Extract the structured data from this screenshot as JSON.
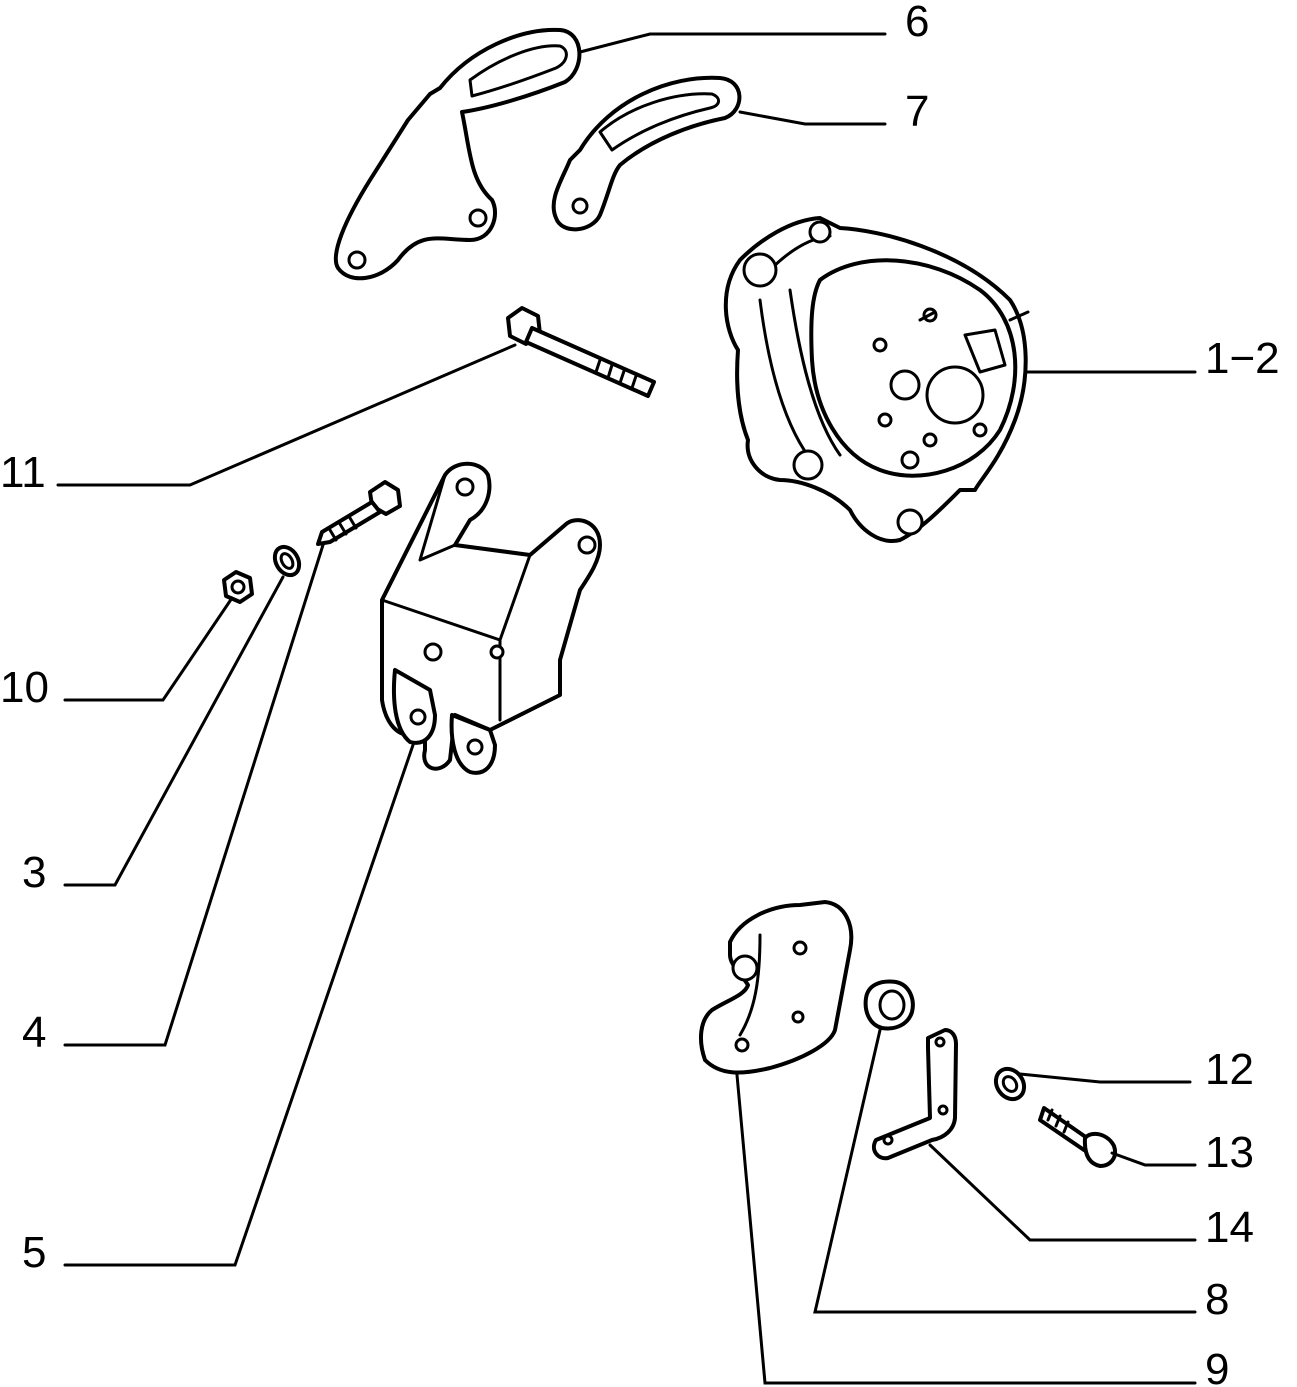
{
  "callouts": {
    "c1": "1−2",
    "c3": "3",
    "c4": "4",
    "c5": "5",
    "c6": "6",
    "c7": "7",
    "c8": "8",
    "c9": "9",
    "c10": "10",
    "c11": "11",
    "c12": "12",
    "c13": "13",
    "c14": "14"
  },
  "colors": {
    "line": "#000000",
    "background": "#ffffff"
  }
}
